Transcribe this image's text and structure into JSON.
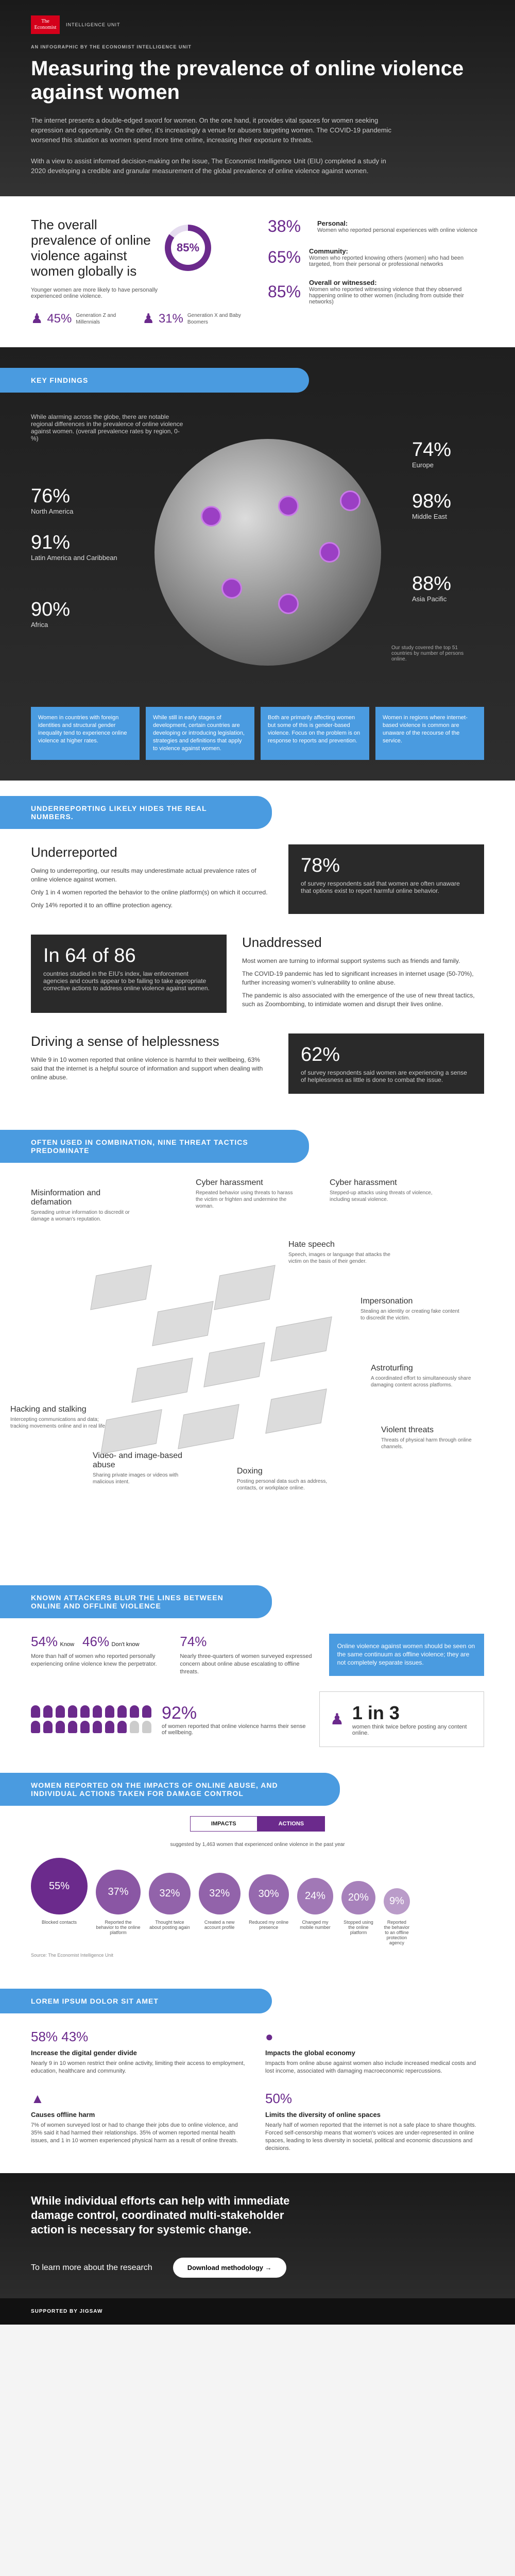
{
  "header": {
    "logo_text": "The Economist",
    "logo_sub": "INTELLIGENCE UNIT",
    "sponsor": "AN INFOGRAPHIC BY THE ECONOMIST INTELLIGENCE UNIT",
    "title": "Measuring the prevalence of online violence against women",
    "intro1": "The internet presents a double-edged sword for women. On the one hand, it provides vital spaces for women seeking expression and opportunity. On the other, it's increasingly a venue for abusers targeting women. The COVID-19 pandemic worsened this situation as women spend more time online, increasing their exposure to threats.",
    "intro2": "With a view to assist informed decision-making on the issue, The Economist Intelligence Unit (EIU) completed a study in 2020 developing a credible and granular measurement of the global prevalence of online violence against women."
  },
  "overall": {
    "title": "The overall prevalence of online violence against women globally is",
    "pct": "85%",
    "note": "Younger women are more likely to have personally experienced online violence.",
    "gen": [
      {
        "pct": "45%",
        "label": "Generation Z and Millennials"
      },
      {
        "pct": "31%",
        "label": "Generation X and Baby Boomers"
      }
    ],
    "stats": [
      {
        "pct": "38%",
        "title": "Personal:",
        "desc": "Women who reported personal experiences with online violence"
      },
      {
        "pct": "65%",
        "title": "Community:",
        "desc": "Women who reported knowing others (women) who had been targeted, from their personal or professional networks"
      },
      {
        "pct": "85%",
        "title": "Overall or witnessed:",
        "desc": "Women who reported witnessing violence that they observed happening online to other women (including from outside their networks)"
      }
    ]
  },
  "key_findings": {
    "banner": "KEY FINDINGS",
    "intro": "While alarming across the globe, there are notable regional differences in the prevalence of online violence against women. (overall prevalence rates by region, 0-%)",
    "regions": [
      {
        "num": "76%",
        "lbl": "North America"
      },
      {
        "num": "91%",
        "lbl": "Latin America and Caribbean"
      },
      {
        "num": "90%",
        "lbl": "Africa"
      },
      {
        "num": "74%",
        "lbl": "Europe"
      },
      {
        "num": "98%",
        "lbl": "Middle East"
      },
      {
        "num": "88%",
        "lbl": "Asia Pacific"
      }
    ],
    "note": "Our study covered the top 51 countries by number of persons online.",
    "cards": [
      "Women in countries with foreign identities and structural gender inequality tend to experience online violence at higher rates.",
      "While still in early stages of development, certain countries are developing or introducing legislation, strategies and definitions that apply to violence against women.",
      "Both are primarily affecting women but some of this is gender-based violence. Focus on the problem is on response to reports and prevention.",
      "Women in regions where internet-based violence is common are unaware of the recourse of the service."
    ]
  },
  "underreporting": {
    "banner": "UNDERREPORTING LIKELY HIDES THE REAL NUMBERS.",
    "h1": "Underreported",
    "p1": "Owing to underreporting, our results may underestimate actual prevalence rates of online violence against women.",
    "p2": "Only 1 in 4 women reported the behavior to the online platform(s) on which it occurred.",
    "p3": "Only 14% reported it to an offline protection agency.",
    "c1_big": "78%",
    "c1_txt": "of survey respondents said that women are often unaware that options exist to report harmful online behavior.",
    "h2": "Unaddressed",
    "p4": "Most women are turning to informal support systems such as friends and family.",
    "p5": "The COVID-19 pandemic has led to significant increases in internet usage (50-70%), further increasing women's vulnerability to online abuse.",
    "p6": "The pandemic is also associated with the emergence of the use of new threat tactics, such as Zoombombing, to intimidate women and disrupt their lives online.",
    "c2_big": "In 64 of 86",
    "c2_txt": "countries studied in the EIU's index, law enforcement agencies and courts appear to be failing to take appropriate corrective actions to address online violence against women.",
    "h3": "Driving a sense of helplessness",
    "p7": "While 9 in 10 women reported that online violence is harmful to their wellbeing, 63% said that the internet is a helpful source of information and support when dealing with online abuse.",
    "c3_big": "62%",
    "c3_txt": "of survey respondents said women are experiencing a sense of helplessness as little is done to combat the issue."
  },
  "tactics": {
    "banner": "OFTEN USED IN COMBINATION, NINE THREAT TACTICS PREDOMINATE",
    "items": [
      {
        "t": "Misinformation and defamation",
        "d": "Spreading untrue information to discredit or damage a woman's reputation."
      },
      {
        "t": "Cyber harassment",
        "d": "Repeated behavior using threats to harass the victim or frighten and undermine the woman."
      },
      {
        "t": "Cyber harassment",
        "d": "Stepped-up attacks using threats of violence, including sexual violence."
      },
      {
        "t": "Hate speech",
        "d": "Speech, images or language that attacks the victim on the basis of their gender."
      },
      {
        "t": "Impersonation",
        "d": "Stealing an identity or creating fake content to discredit the victim."
      },
      {
        "t": "Astroturfing",
        "d": "A coordinated effort to simultaneously share damaging content across platforms."
      },
      {
        "t": "Hacking and stalking",
        "d": "Intercepting communications and data; tracking movements online and in real life."
      },
      {
        "t": "Video- and image-based abuse",
        "d": "Sharing private images or videos with malicious intent."
      },
      {
        "t": "Doxing",
        "d": "Posting personal data such as address, contacts, or workplace online."
      },
      {
        "t": "Violent threats",
        "d": "Threats of physical harm through online channels."
      }
    ]
  },
  "blur": {
    "banner": "KNOWN ATTACKERS BLUR THE LINES BETWEEN ONLINE AND OFFLINE VIOLENCE",
    "s1": {
      "a": "54%",
      "a_lbl": "Know",
      "b": "46%",
      "b_lbl": "Don't know",
      "d": "More than half of women who reported personally experiencing online violence knew the perpetrator."
    },
    "s2": {
      "pct": "74%",
      "d": "Nearly three-quarters of women surveyed expressed concern about online abuse escalating to offline threats."
    },
    "card": "Online violence against women should be seen on the same continuum as offline violence; they are not completely separate issues.",
    "s3": {
      "pct": "92%",
      "d": "of women reported that online violence harms their sense of wellbeing."
    },
    "s4": {
      "n": "1 in 3",
      "d": "women think twice before posting any content online."
    }
  },
  "actions": {
    "banner": "WOMEN REPORTED ON THE IMPACTS OF ONLINE ABUSE, AND INDIVIDUAL ACTIONS TAKEN FOR DAMAGE CONTROL",
    "toggle": [
      "IMPACTS",
      "ACTIONS"
    ],
    "note": "suggested by 1,463 women that experienced online violence in the past year",
    "values": [
      55,
      37,
      32,
      32,
      30,
      24,
      20,
      9
    ],
    "labels": [
      "Blocked contacts",
      "Reported the behavior to the online platform",
      "Thought twice about posting again",
      "Created a new account profile",
      "Reduced my online presence",
      "Changed my mobile number",
      "Stopped using the online platform",
      "Reported the behavior to an offline protection agency"
    ],
    "source": "Source: The Economist Intelligence Unit"
  },
  "impact": {
    "banner": "LOREM IPSUM DOLOR SIT AMET",
    "items": [
      {
        "pct": "58%  43%",
        "h": "Increase the digital gender divide",
        "d": "Nearly 9 in 10 women restrict their online activity, limiting their access to employment, education, healthcare and community."
      },
      {
        "pct": "",
        "h": "Impacts the global economy",
        "d": "Impacts from online abuse against women also include increased medical costs and lost income, associated with damaging macroeconomic repercussions."
      },
      {
        "pct": "",
        "h": "Causes offline harm",
        "d": "7% of women surveyed lost or had to change their jobs due to online violence, and 35% said it had harmed their relationships. 35% of women reported mental health issues, and 1 in 10 women experienced physical harm as a result of online threats."
      },
      {
        "pct": "50%",
        "h": "Limits the diversity of online spaces",
        "d": "Nearly half of women reported that the internet is not a safe place to share thoughts. Forced self-censorship means that women's voices are under-represented in online spaces, leading to less diversity in societal, political and economic discussions and decisions."
      }
    ]
  },
  "outro": {
    "title": "While individual efforts can help with immediate damage control, coordinated multi-stakeholder action is necessary for systemic change.",
    "cta_text": "To learn more about the research",
    "cta_btn": "Download methodology  →",
    "footer": "SUPPORTED BY JIGSAW"
  },
  "colors": {
    "accent": "#6b2a8c",
    "blue": "#4a9be0",
    "dark": "#1f1f1f"
  }
}
